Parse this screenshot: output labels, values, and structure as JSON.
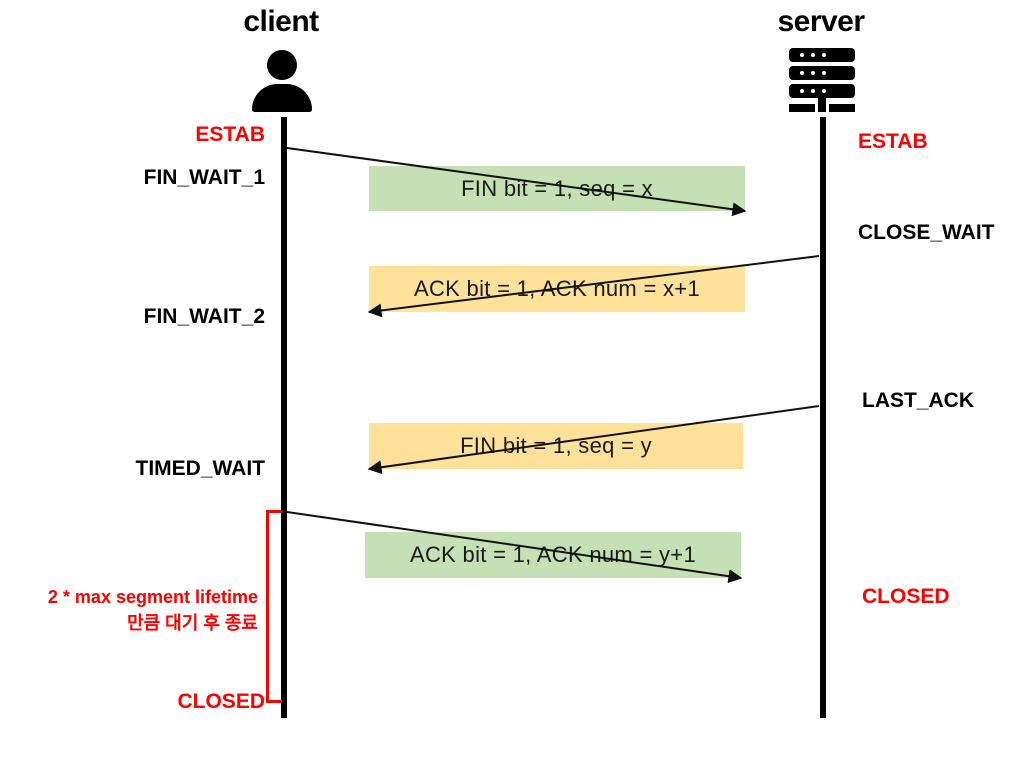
{
  "diagram": {
    "title": "TCP connection termination (four-way handshake)",
    "actors": {
      "client": {
        "label": "client",
        "icon": "person-icon"
      },
      "server": {
        "label": "server",
        "icon": "server-rack-icon"
      }
    },
    "colors": {
      "state_active": "#ff0000",
      "state_normal": "#000000",
      "message_green": "#c5e0b4",
      "message_yellow": "#ffe199",
      "lifeline": "#000000",
      "bracket": "#ff0000",
      "background": "#ffffff"
    },
    "client_states": [
      {
        "label": "ESTAB",
        "color": "red"
      },
      {
        "label": "FIN_WAIT_1",
        "color": "black"
      },
      {
        "label": "FIN_WAIT_2",
        "color": "black"
      },
      {
        "label": "TIMED_WAIT",
        "color": "black"
      },
      {
        "label": "CLOSED",
        "color": "red"
      }
    ],
    "server_states": [
      {
        "label": "ESTAB",
        "color": "red"
      },
      {
        "label": "CLOSE_WAIT",
        "color": "black"
      },
      {
        "label": "LAST_ACK",
        "color": "black"
      },
      {
        "label": "CLOSED",
        "color": "red"
      }
    ],
    "messages": [
      {
        "text": "FIN bit = 1, seq = x",
        "color": "green",
        "direction": "client-to-server"
      },
      {
        "text": "ACK bit = 1, ACK num = x+1",
        "color": "yellow",
        "direction": "server-to-client"
      },
      {
        "text": "FIN bit = 1, seq = y",
        "color": "yellow",
        "direction": "server-to-client"
      },
      {
        "text": "ACK bit = 1, ACK num = y+1",
        "color": "green",
        "direction": "client-to-server"
      }
    ],
    "note": {
      "line1": "2 * max segment lifetime",
      "line2": "만큼 대기 후 종료"
    }
  }
}
